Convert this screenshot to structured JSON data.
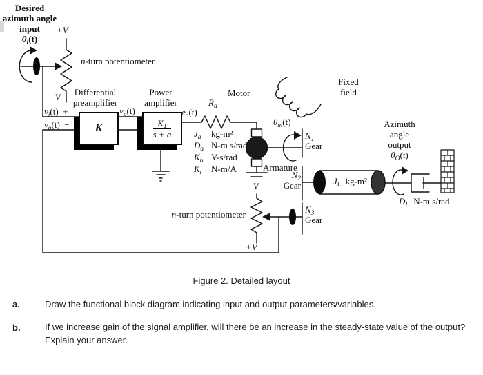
{
  "diagram": {
    "input_heading": {
      "l1": "Desired",
      "l2": "azimuth angle",
      "l3": "input",
      "sym": {
        "pre": "θ",
        "sub": "i",
        "post": "(t)"
      }
    },
    "rails": {
      "plus": "+V",
      "minus": "−V"
    },
    "pot": {
      "pre": "n",
      "post": "-turn potentiometer"
    },
    "preamp": {
      "t1": "Differential",
      "t2": "preamplifier",
      "gain": "K",
      "in_top": {
        "pre": "v",
        "sub": "i",
        "post": "(t)  +"
      },
      "in_bot": {
        "pre": "v",
        "sub": "o",
        "post": "(t)  −"
      },
      "out": {
        "pre": "v",
        "sub": "p",
        "post": "(t)"
      }
    },
    "pamp": {
      "t1": "Power",
      "t2": "amplifier",
      "num": {
        "pre": "K",
        "sub": "1"
      },
      "den": "s + a",
      "out": {
        "pre": "e",
        "sub": "a",
        "post": "(t)"
      }
    },
    "motor": {
      "title": "Motor",
      "res": {
        "pre": "R",
        "sub": "a"
      },
      "angle": {
        "pre": "θ",
        "sub": "m",
        "post": "(t)"
      },
      "armature": "Armature",
      "params": [
        {
          "pre": "J",
          "sub": "a",
          "unit": "kg-m²"
        },
        {
          "pre": "D",
          "sub": "a",
          "unit": "N-m s/rad"
        },
        {
          "pre": "K",
          "sub": "b",
          "unit": "V-s/rad"
        },
        {
          "pre": "K",
          "sub": "t",
          "unit": "N-m/A"
        }
      ]
    },
    "field": {
      "l1": "Fixed",
      "l2": "field"
    },
    "gears": {
      "word": "Gear",
      "n1": {
        "pre": "N",
        "sub": "1"
      },
      "n2": {
        "pre": "N",
        "sub": "2"
      },
      "n3": {
        "pre": "N",
        "sub": "3"
      }
    },
    "load": {
      "inertia": {
        "pre": "J",
        "sub": "L",
        "post": "  kg-m²"
      },
      "damper": {
        "pre": "D",
        "sub": "L",
        "post": "  N-m s/rad"
      }
    },
    "output_heading": {
      "l1": "Azimuth",
      "l2": "angle",
      "l3": "output",
      "sym": {
        "pre": "θ",
        "sub": "O",
        "post": "(t)"
      }
    }
  },
  "caption": "Figure 2. Detailed layout",
  "questions": [
    {
      "label": "a.",
      "lines": [
        "Draw the functional block diagram indicating input and output parameters/variables."
      ]
    },
    {
      "label": "b.",
      "lines": [
        "If we increase gain of the signal amplifier, will there be an increase in the steady-state value of the output?",
        "Explain your answer."
      ]
    }
  ]
}
